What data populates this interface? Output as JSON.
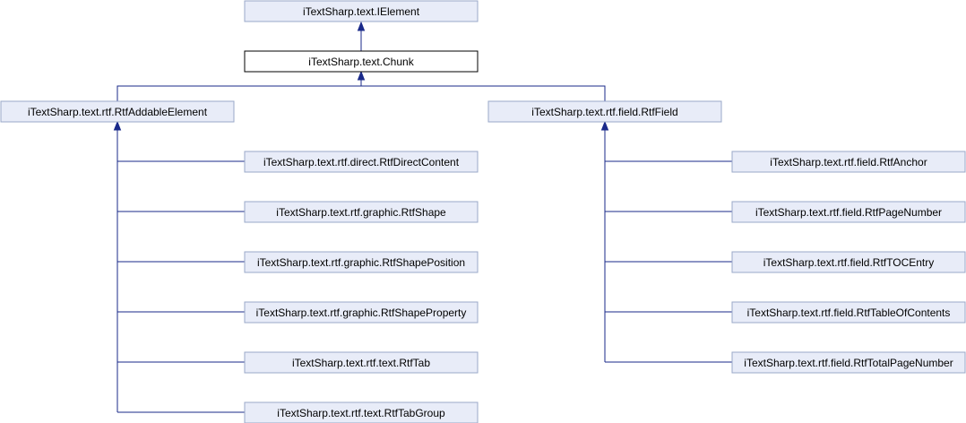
{
  "diagram": {
    "nodes": {
      "ielement": "iTextSharp.text.IElement",
      "chunk": "iTextSharp.text.Chunk",
      "rtf_addable_element": "iTextSharp.text.rtf.RtfAddableElement",
      "rtf_field": "iTextSharp.text.rtf.field.RtfField",
      "rtf_direct_content": "iTextSharp.text.rtf.direct.RtfDirectContent",
      "rtf_shape": "iTextSharp.text.rtf.graphic.RtfShape",
      "rtf_shape_position": "iTextSharp.text.rtf.graphic.RtfShapePosition",
      "rtf_shape_property": "iTextSharp.text.rtf.graphic.RtfShapeProperty",
      "rtf_tab": "iTextSharp.text.rtf.text.RtfTab",
      "rtf_tab_group": "iTextSharp.text.rtf.text.RtfTabGroup",
      "rtf_anchor": "iTextSharp.text.rtf.field.RtfAnchor",
      "rtf_page_number": "iTextSharp.text.rtf.field.RtfPageNumber",
      "rtf_toc_entry": "iTextSharp.text.rtf.field.RtfTOCEntry",
      "rtf_table_of_contents": "iTextSharp.text.rtf.field.RtfTableOfContents",
      "rtf_total_page_number": "iTextSharp.text.rtf.field.RtfTotalPageNumber"
    },
    "current_node": "chunk",
    "edges": [
      {
        "from": "chunk",
        "to": "ielement"
      },
      {
        "from": "rtf_addable_element",
        "to": "chunk"
      },
      {
        "from": "rtf_field",
        "to": "chunk"
      },
      {
        "from": "rtf_direct_content",
        "to": "rtf_addable_element"
      },
      {
        "from": "rtf_shape",
        "to": "rtf_addable_element"
      },
      {
        "from": "rtf_shape_position",
        "to": "rtf_addable_element"
      },
      {
        "from": "rtf_shape_property",
        "to": "rtf_addable_element"
      },
      {
        "from": "rtf_tab",
        "to": "rtf_addable_element"
      },
      {
        "from": "rtf_tab_group",
        "to": "rtf_addable_element"
      },
      {
        "from": "rtf_anchor",
        "to": "rtf_field"
      },
      {
        "from": "rtf_page_number",
        "to": "rtf_field"
      },
      {
        "from": "rtf_toc_entry",
        "to": "rtf_field"
      },
      {
        "from": "rtf_table_of_contents",
        "to": "rtf_field"
      },
      {
        "from": "rtf_total_page_number",
        "to": "rtf_field"
      }
    ],
    "colors": {
      "node_fill": "#e8ecf8",
      "node_border": "#9aa8c8",
      "current_node_fill": "#ffffff",
      "current_node_border": "#000000",
      "edge": "#1a2a8a"
    }
  }
}
